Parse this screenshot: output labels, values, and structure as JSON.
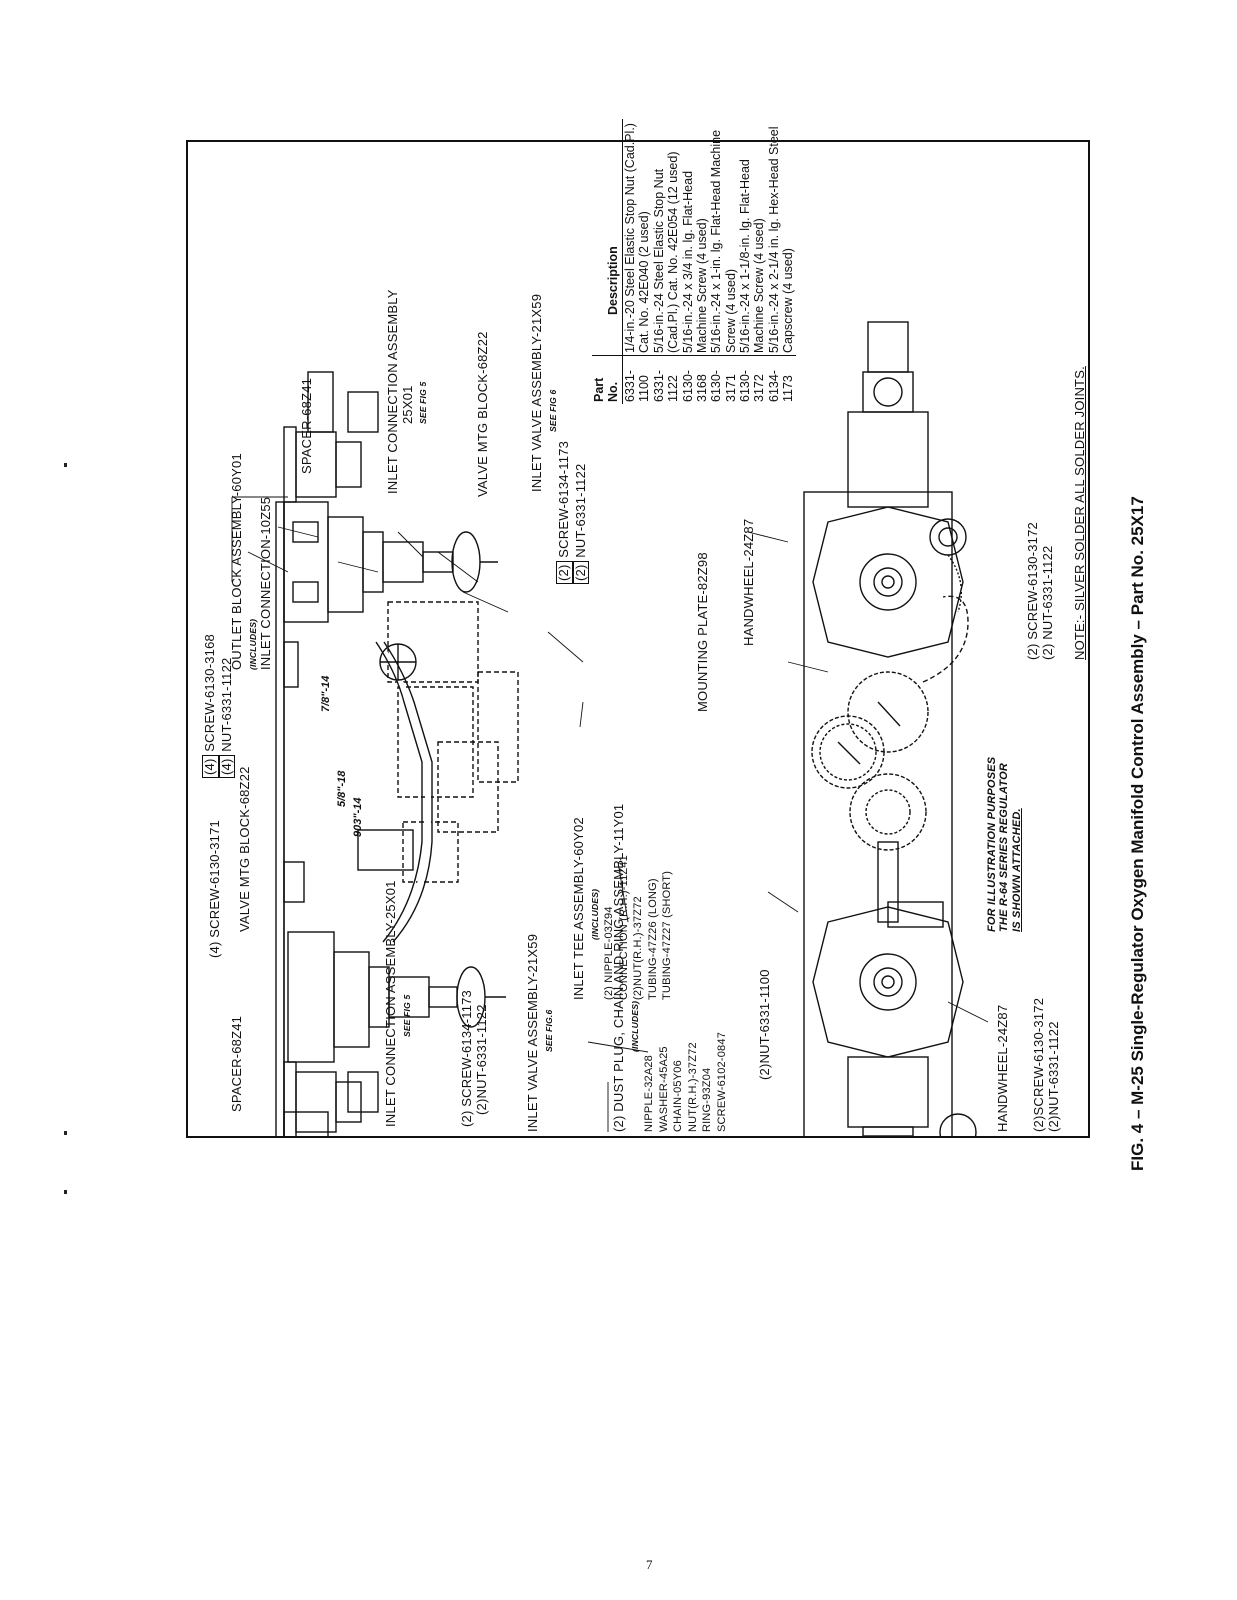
{
  "caption": "FIG. 4 – M-25 Single-Regulator Oxygen Manifold Control Assembly – Part No. 25X17",
  "page_number": "7",
  "note": "NOTE:- SILVER SOLDER ALL SOLDER JOINTS.",
  "illustration_note": [
    "FOR ILLUSTRATION PURPOSES",
    "THE R-64 SERIES REGULATOR",
    "IS SHOWN ATTACHED."
  ],
  "labels": {
    "outlet_block": "OUTLET BLOCK ASSEMBLY-60Y01",
    "outlet_block_includes": "(INCLUDES)",
    "inlet_connection_10z55": "INLET CONNECTION-10Z55",
    "spacer_top": "SPACER-68Z41",
    "inlet_conn_assy_top": "INLET CONNECTION ASSEMBLY",
    "inlet_conn_assy_top_no": "25X01",
    "see_fig5_top": "SEE FIG 5",
    "valve_mtg_block_top": "VALVE MTG BLOCK-68Z22",
    "inlet_valve_assy_top": "INLET VALVE ASSEMBLY-21X59",
    "see_fig6_top": "SEE FIG 6",
    "screw_6134_top_q": "(2)",
    "screw_6134_top": "SCREW-6134-1173",
    "nut_6331_top_q": "(2)",
    "nut_6331_top": "NUT-6331-1122",
    "screw_6130_3168_q": "(4)",
    "screw_6130_3168": "SCREW-6130-3168",
    "nut_6331_1122_q": "(4)",
    "nut_6331_1122": "NUT-6331-1122",
    "screw_6130_3171": "(4) SCREW-6130-3171",
    "valve_mtg_block_bottom": "VALVE MTG BLOCK-68Z22",
    "dim_78_14": "7/8\"-14",
    "dim_58_18": "5/8\"-18",
    "dim_903_14": "903\"-14",
    "inlet_tee": "INLET TEE ASSEMBLY-60Y02",
    "inlet_tee_includes": "(INCLUDES)",
    "tee_items": [
      "(2) NIPPLE-03Z94",
      "CONNECTION (R.H.)-11Z41",
      "(2)NUT(R.H.)-37Z72",
      "TUBING-47Z26 (LONG)",
      "TUBING-47Z27 (SHORT)"
    ],
    "spacer_bottom": "SPACER-68Z41",
    "inlet_conn_assy_bottom": "INLET CONNECTION ASSEMBLY-25X01",
    "see_fig5_bottom": "SEE FIG 5",
    "screw_6134_bottom": "(2) SCREW-6134-1173",
    "nut_6331_bottom": "(2)NUT-6331-1122",
    "inlet_valve_assy_bottom": "INLET VALVE ASSEMBLY-21X59",
    "see_fig6_bottom": "SEE FIG.6",
    "dust_plug": "(2) DUST PLUG, CHAIN AND RING ASSEMBLY-11Y01",
    "dust_plug_includes": "(INCLUDES)",
    "dust_items": [
      "NIPPLE-32A28",
      "WASHER-45A25",
      "CHAIN-05Y06",
      "NUT(R.H.)-37Z72",
      "RING-93Z04",
      "SCREW-6102-0847"
    ],
    "mounting_plate": "MOUNTING PLATE-82Z98",
    "handwheel_top": "HANDWHEEL-24Z87",
    "handwheel_bottom": "HANDWHEEL-24Z87",
    "nut_6331_1100": "(2)NUT-6331-1100",
    "screw_6130_3172_top": "(2) SCREW-6130-3172",
    "nut_6331_1122_right": "(2) NUT-6331-1122",
    "screw_6130_3172_bottom": "(2)SCREW-6130-3172",
    "nut_6331_1122_bottom": "(2)NUT-6331-1122"
  },
  "parts_table": {
    "headers": [
      "Part No.",
      "Description"
    ],
    "rows": [
      [
        "6331-1100",
        "1/4-in.-20 Steel Elastic Stop Nut (Cad.Pl.) Cat. No. 42E040 (2 used)"
      ],
      [
        "6331-1122",
        "5/16-in.-24 Steel Elastic Stop Nut (Cad.Pl.) Cat. No. 42E054 (12 used)"
      ],
      [
        "6130-3168",
        "5/16-in.-24 x 3/4 in. lg. Flat-Head Machine Screw (4 used)"
      ],
      [
        "6130-3171",
        "5/16-in.-24 x 1-in. lg. Flat-Head Machine Screw (4 used)"
      ],
      [
        "6130-3172",
        "5/16-in.-24 x 1-1/8-in. lg. Flat-Head Machine Screw (4 used)"
      ],
      [
        "6134-1173",
        "5/16-in.-24 x 2-1/4 in. lg. Hex-Head Steel Capscrew (4 used)"
      ]
    ]
  }
}
